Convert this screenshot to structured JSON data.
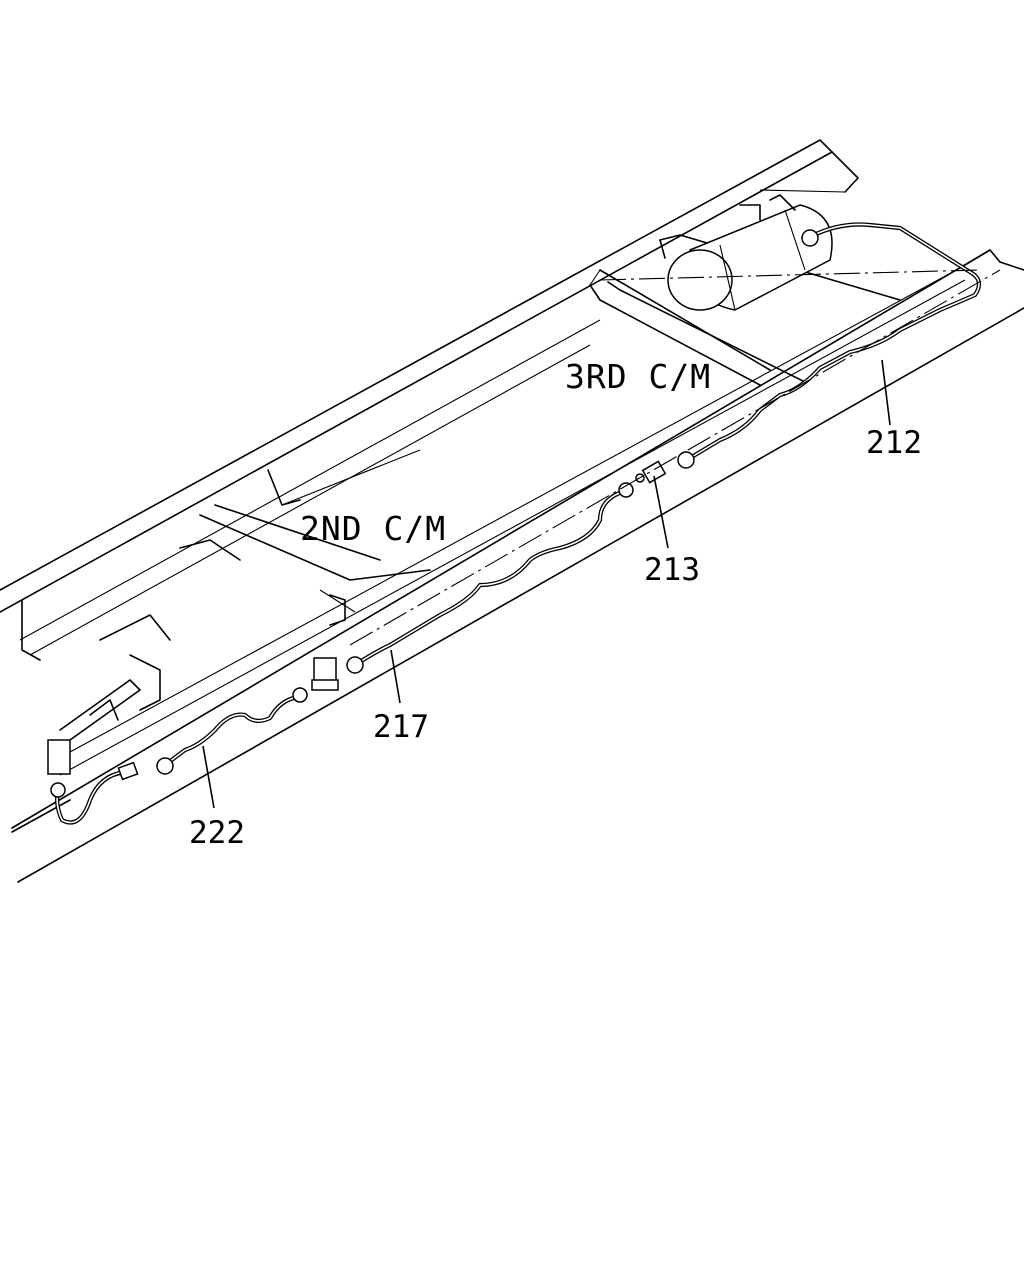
{
  "labels": {
    "cross_member_3": "3RD C/M",
    "cross_member_2": "2ND C/M"
  },
  "callouts": {
    "p212": "212",
    "p213": "213",
    "p217": "217",
    "p222": "222"
  }
}
